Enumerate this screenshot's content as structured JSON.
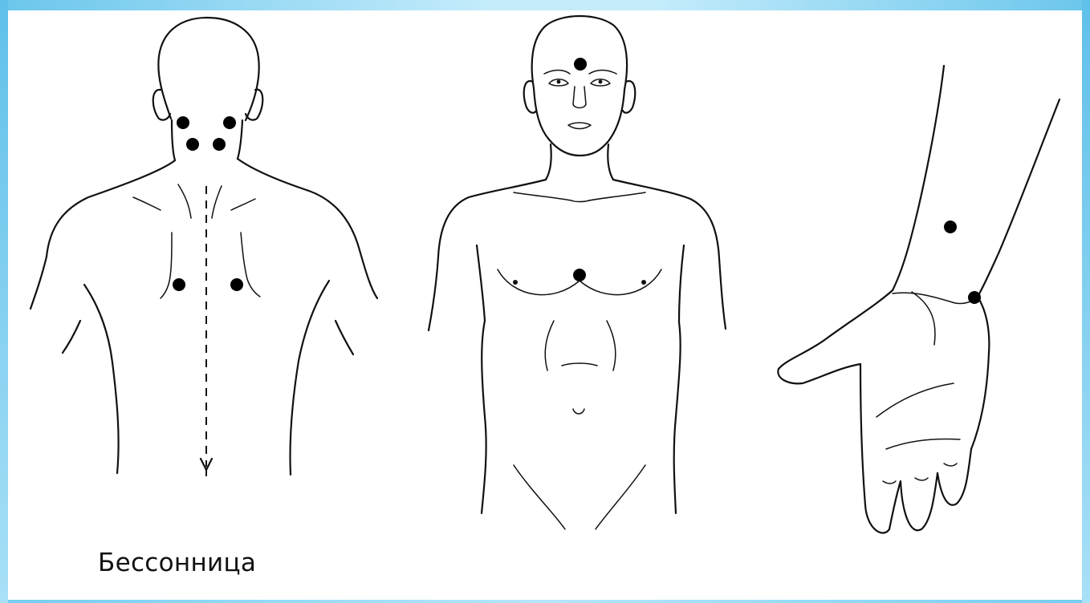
{
  "caption": "Бессонница",
  "colors": {
    "frame": "#74cdf0",
    "background": "#ffffff",
    "line": "#111111",
    "point": "#000000"
  },
  "figures": [
    "back-view",
    "front-view",
    "wrist-palm-view"
  ]
}
